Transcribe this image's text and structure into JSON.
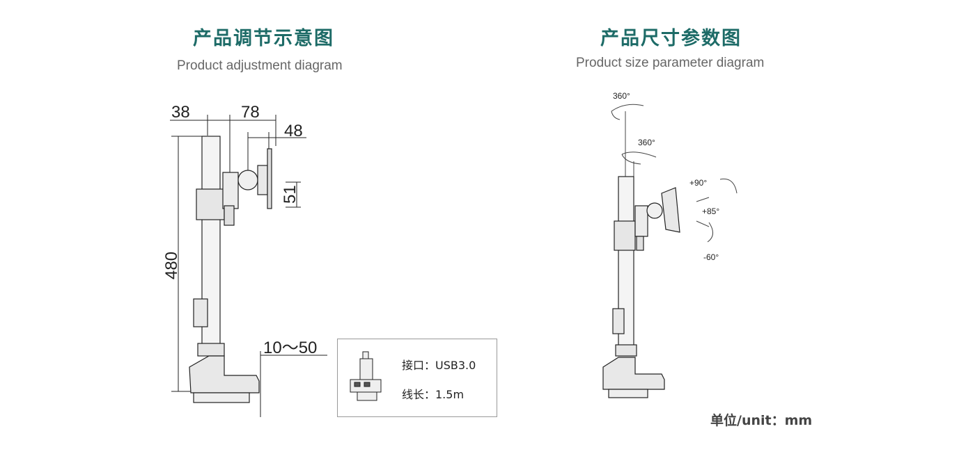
{
  "left_panel": {
    "title": "产品调节示意图",
    "subtitle": "Product adjustment diagram"
  },
  "right_panel": {
    "title": "产品尺寸参数图",
    "subtitle": "Product size parameter diagram"
  },
  "dimensions": {
    "offset_38": "38",
    "offset_78": "78",
    "offset_48": "48",
    "height_51": "51",
    "height_480": "480",
    "clamp_range": "10～50"
  },
  "usb_info": {
    "port_label": "接口：USB3.0",
    "cable_label": "线长：1.5m"
  },
  "angles": {
    "top_rotation": "360°",
    "arm_rotation": "360°",
    "tilt_up": "+90°",
    "tilt_forward": "+85°",
    "tilt_down": "-60°"
  },
  "unit_note": "单位/unit：mm",
  "colors": {
    "title": "#1d6b67",
    "subtitle": "#666666",
    "line": "#222222",
    "shade": "#e8e8e8"
  }
}
